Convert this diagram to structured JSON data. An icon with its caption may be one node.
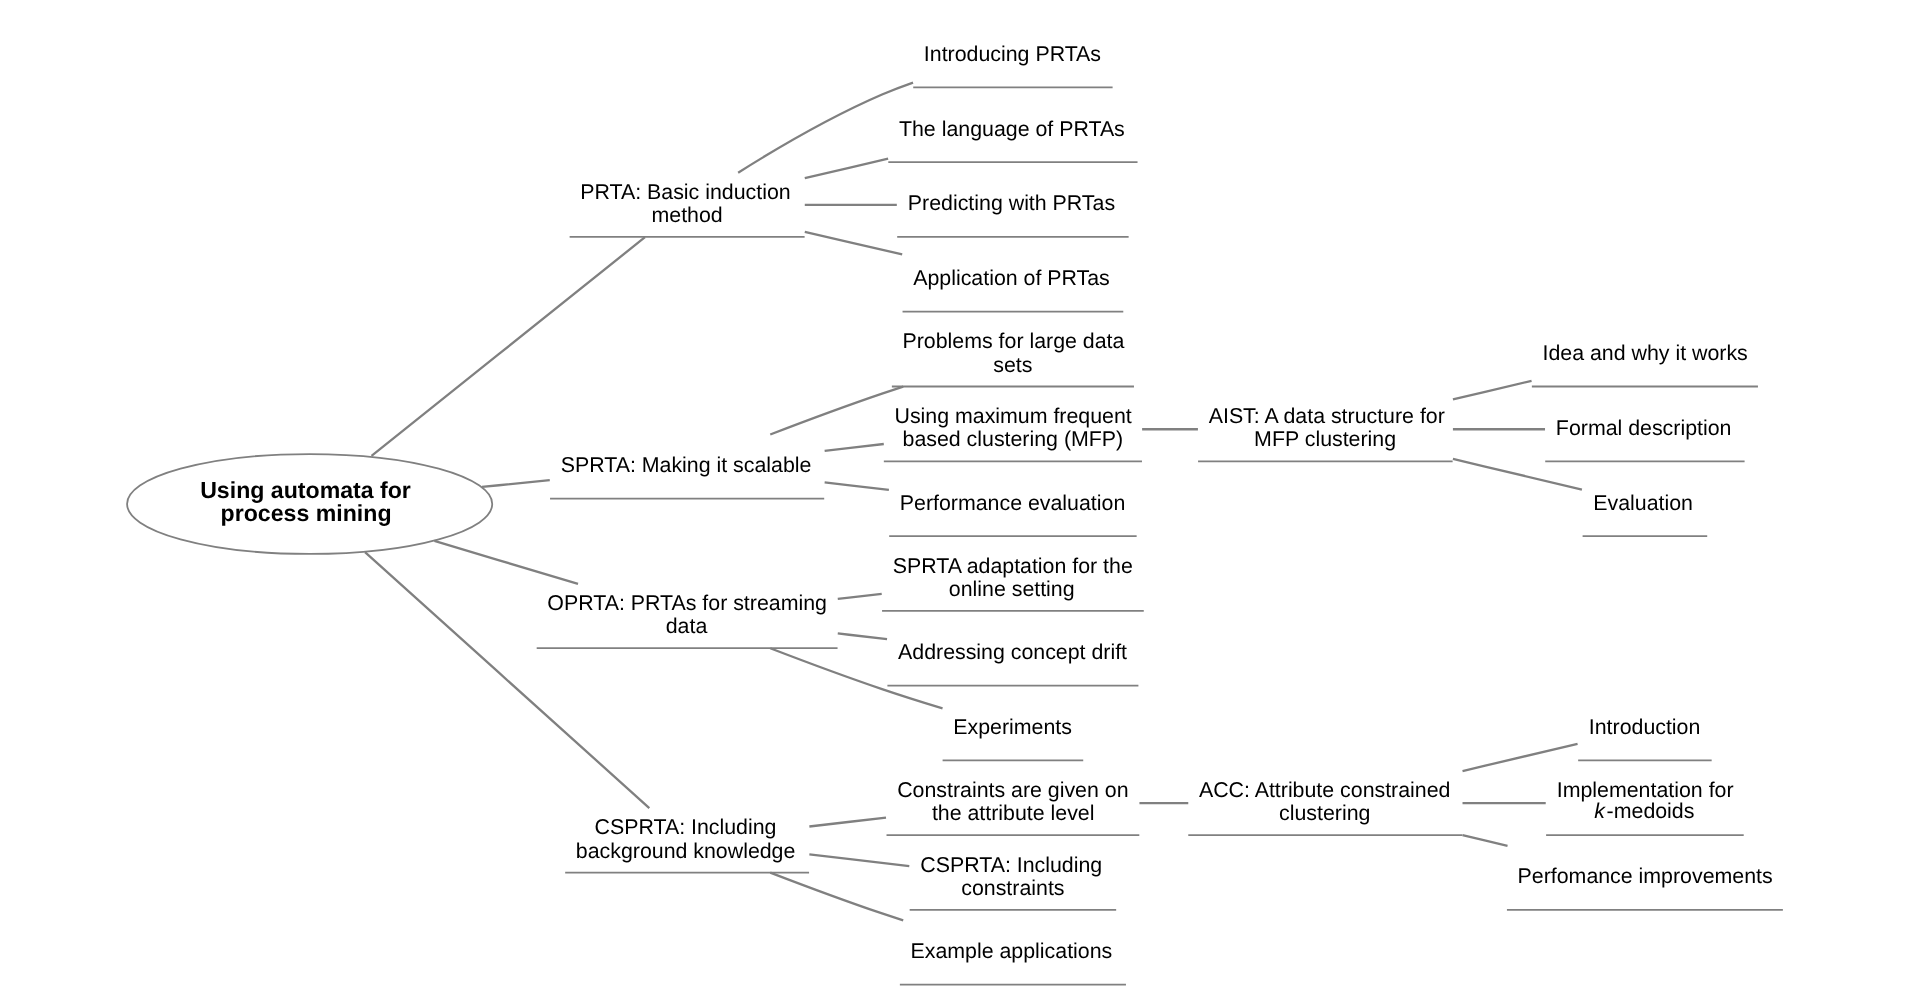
{
  "diagram": {
    "nodes": [
      {
        "text": [
          "Using automata for process mining"
        ]
      },
      {
        "text": [
          "PRTA: Basic induction method"
        ]
      },
      {
        "text": [
          "Introducing PRTAs"
        ]
      },
      {
        "text": [
          "The language of PRTAs"
        ]
      },
      {
        "text": [
          "Predicting with PRTas"
        ]
      },
      {
        "text": [
          "Application of PRTas"
        ]
      },
      {
        "text": [
          "SPRTA: Making it scalable"
        ]
      },
      {
        "text": [
          "Problems for large data sets"
        ]
      },
      {
        "text": [
          "Using maximum frequent based clustering (MFP)"
        ]
      },
      {
        "text": [
          "AIST: A data structure for MFP clustering"
        ]
      },
      {
        "text": [
          "Idea and why it works"
        ]
      },
      {
        "text": [
          "Formal description"
        ]
      },
      {
        "text": [
          "Evaluation"
        ]
      },
      {
        "text": [
          "Performance evaluation"
        ]
      },
      {
        "text": [
          "OPRTA: PRTAs for streaming data"
        ]
      },
      {
        "text": [
          "SPRTA adaptation for the online setting"
        ]
      },
      {
        "text": [
          "Addressing concept drift"
        ]
      },
      {
        "text": [
          "Experiments"
        ]
      },
      {
        "text": [
          "CSPRTA: Including background knowledge"
        ]
      },
      {
        "text": [
          "Constraints are given on the attribute level"
        ]
      },
      {
        "text": [
          "ACC: Attribute constrained clustering"
        ]
      },
      {
        "text": [
          "Introduction"
        ]
      },
      {
        "text": [
          "Implementation for *k*-medoids"
        ]
      },
      {
        "text": [
          "Perfomance improvements"
        ]
      },
      {
        "text": [
          "CSPRTA: Including constraints"
        ]
      },
      {
        "text": [
          "Example applications"
        ]
      }
    ],
    "edges": [
      {
        "from": 0,
        "to": 1,
        "arrow": "none"
      },
      {
        "from": 1,
        "to": 2,
        "arrow": "none"
      },
      {
        "from": 1,
        "to": 3,
        "arrow": "none"
      },
      {
        "from": 1,
        "to": 4,
        "arrow": "none"
      },
      {
        "from": 1,
        "to": 5,
        "arrow": "none"
      },
      {
        "from": 0,
        "to": 6,
        "arrow": "none"
      },
      {
        "from": 6,
        "to": 7,
        "arrow": "none"
      },
      {
        "from": 6,
        "to": 8,
        "arrow": "none"
      },
      {
        "from": 8,
        "to": 9,
        "arrow": "none"
      },
      {
        "from": 9,
        "to": 10,
        "arrow": "none"
      },
      {
        "from": 9,
        "to": 11,
        "arrow": "none"
      },
      {
        "from": 9,
        "to": 12,
        "arrow": "none"
      },
      {
        "from": 6,
        "to": 13,
        "arrow": "none"
      },
      {
        "from": 0,
        "to": 14,
        "arrow": "none"
      },
      {
        "from": 14,
        "to": 15,
        "arrow": "none"
      },
      {
        "from": 14,
        "to": 16,
        "arrow": "none"
      },
      {
        "from": 14,
        "to": 17,
        "arrow": "none"
      },
      {
        "from": 0,
        "to": 18,
        "arrow": "none"
      },
      {
        "from": 18,
        "to": 19,
        "arrow": "none"
      },
      {
        "from": 19,
        "to": 20,
        "arrow": "none"
      },
      {
        "from": 20,
        "to": 21,
        "arrow": "none"
      },
      {
        "from": 20,
        "to": 22,
        "arrow": "none"
      },
      {
        "from": 20,
        "to": 23,
        "arrow": "none"
      },
      {
        "from": 18,
        "to": 24,
        "arrow": "none"
      },
      {
        "from": 18,
        "to": 25,
        "arrow": "none"
      }
    ]
  }
}
